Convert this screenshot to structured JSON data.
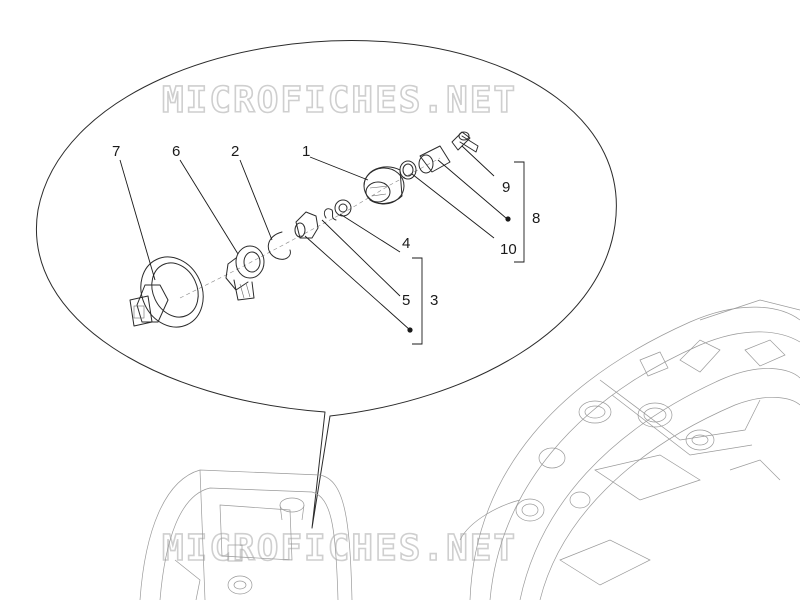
{
  "watermark": {
    "text": "MICROFICHES.NET"
  },
  "callouts": [
    {
      "id": "c7",
      "label": "7"
    },
    {
      "id": "c6",
      "label": "6"
    },
    {
      "id": "c2",
      "label": "2"
    },
    {
      "id": "c1",
      "label": "1"
    },
    {
      "id": "c9",
      "label": "9"
    },
    {
      "id": "c8",
      "label": "8"
    },
    {
      "id": "c10",
      "label": "10"
    },
    {
      "id": "c4",
      "label": "4"
    },
    {
      "id": "c5",
      "label": "5"
    },
    {
      "id": "c3",
      "label": "3"
    }
  ]
}
